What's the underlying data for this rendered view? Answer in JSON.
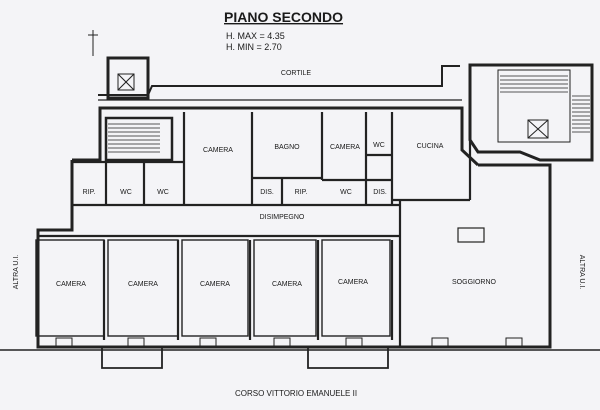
{
  "title": "PIANO SECONDO",
  "height_max": "H. MAX = 4.35",
  "height_min": "H. MIN = 2.70",
  "courtyard": "CORTILE",
  "street": "CORSO VITTORIO EMANUELE II",
  "adjacent_left": "ALTRA U.I.",
  "adjacent_right": "ALTRA U.I.",
  "rooms": {
    "camera_top_1": "CAMERA",
    "bagno": "BAGNO",
    "camera_top_2": "CAMERA",
    "wc_top": "WC",
    "cucina": "CUCINA",
    "rip_left": "RIP.",
    "wc_left_1": "WC",
    "wc_left_2": "WC",
    "dis_1": "DIS.",
    "rip_mid": "RIP.",
    "wc_mid": "WC",
    "dis_2": "DIS.",
    "disimpegno": "DISIMPEGNO",
    "camera_1": "CAMERA",
    "camera_2": "CAMERA",
    "camera_3": "CAMERA",
    "camera_4": "CAMERA",
    "camera_5": "CAMERA",
    "soggiorno": "SOGGIORNO"
  },
  "colors": {
    "paper": "#f4f4f7",
    "wall": "#222222",
    "line": "#333333"
  }
}
